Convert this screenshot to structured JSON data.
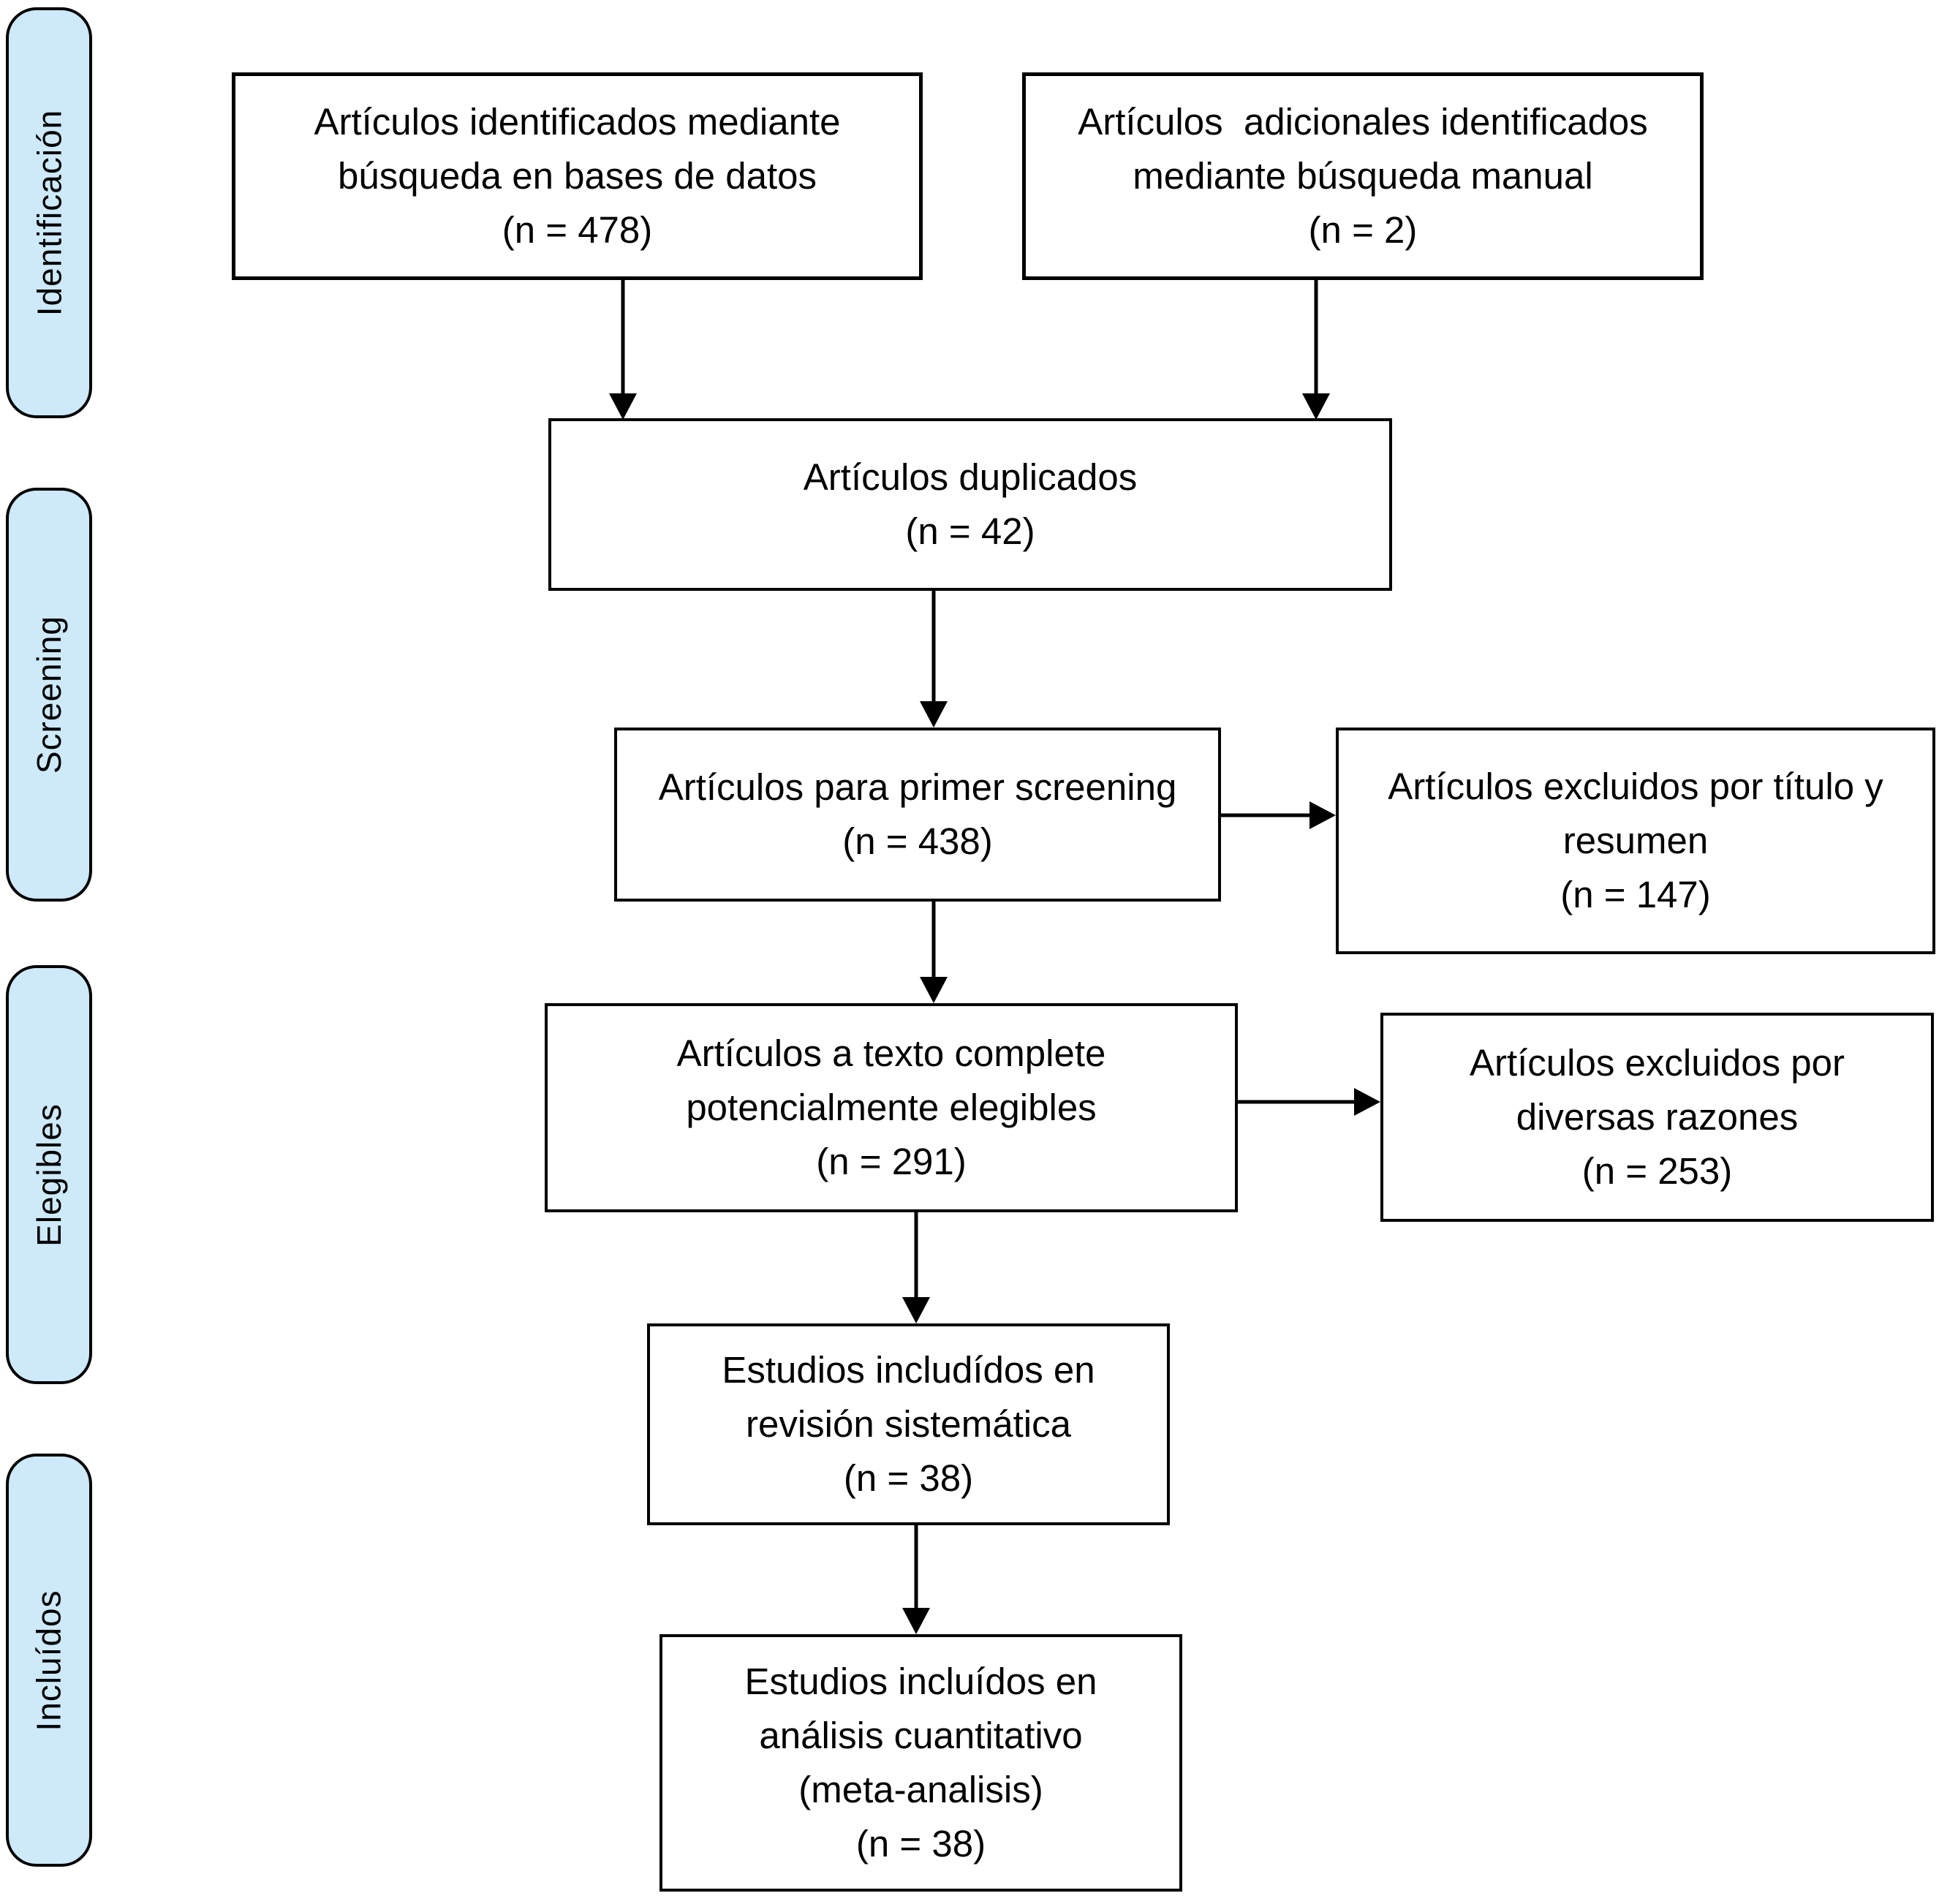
{
  "diagram": {
    "type": "prisma-flow-diagram",
    "language": "es",
    "colors": {
      "stage_fill": "#cde9fa",
      "stage_border": "#000000",
      "box_border": "#000000",
      "arrow": "#000000",
      "background": "#ffffff"
    },
    "sidebar": {
      "stages": [
        {
          "label": "Identificación"
        },
        {
          "label": "Screening"
        },
        {
          "label": "Elegibles"
        },
        {
          "label": "Incluídos"
        }
      ]
    },
    "boxes": {
      "identified_db": {
        "lines": [
          "Artículos identificados mediante",
          "búsqueda en bases de datos",
          "(n = 478)"
        ],
        "n": 478
      },
      "identified_manual": {
        "lines": [
          "Artículos  adicionales identificados",
          "mediante búsqueda manual",
          "(n = 2)"
        ],
        "n": 2
      },
      "duplicates": {
        "lines": [
          "Artículos duplicados",
          "(n = 42)"
        ],
        "n": 42
      },
      "first_screening": {
        "lines": [
          "Artículos para primer screening",
          "(n = 438)"
        ],
        "n": 438
      },
      "excluded_title_abstract": {
        "lines": [
          "Artículos excluidos por título y",
          "resumen",
          "(n = 147)"
        ],
        "n": 147
      },
      "fulltext_eligible": {
        "lines": [
          "Artículos a texto complete",
          "potencialmente elegibles",
          "(n = 291)"
        ],
        "n": 291
      },
      "excluded_various_reasons": {
        "lines": [
          "Artículos excluidos por",
          "diversas razones",
          "(n = 253)"
        ],
        "n": 253
      },
      "systematic_review": {
        "lines": [
          "Estudios includídos en",
          "revisión sistemática",
          "(n = 38)"
        ],
        "n": 38
      },
      "meta_analysis": {
        "lines": [
          "Estudios incluídos en",
          "análisis cuantitativo",
          "(meta-analisis)",
          "(n = 38)"
        ],
        "n": 38
      }
    }
  }
}
